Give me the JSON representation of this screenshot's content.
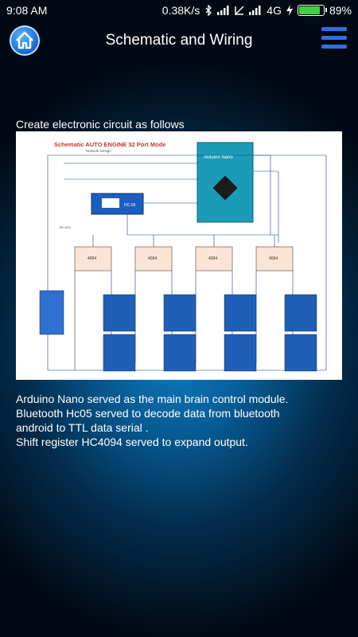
{
  "status_bar": {
    "time": "9:08 AM",
    "net_speed": "0.38K/s",
    "network": "4G",
    "battery": "89%",
    "battery_level": 0.89
  },
  "app_bar": {
    "title": "Schematic and Wiring",
    "home_icon": "home-icon",
    "menu_icon": "hamburger-menu-icon"
  },
  "content": {
    "caption": "Create electronic circuit as follows",
    "schematic": {
      "heading": "Schematic AUTO ENGINE 32 Port Mode",
      "subheading": "Network Design",
      "arduino_label": "Arduino Nano",
      "bt_label": "HC-05",
      "ic_label": "4094",
      "vcc_label": "5V VCC"
    },
    "description": [
      "Arduino Nano served as the main brain control module.",
      "Bluetooth Hc05 served to decode data from bluetooth",
      "android to TTL data serial .",
      "Shift register HC4094 served to expand output."
    ]
  }
}
